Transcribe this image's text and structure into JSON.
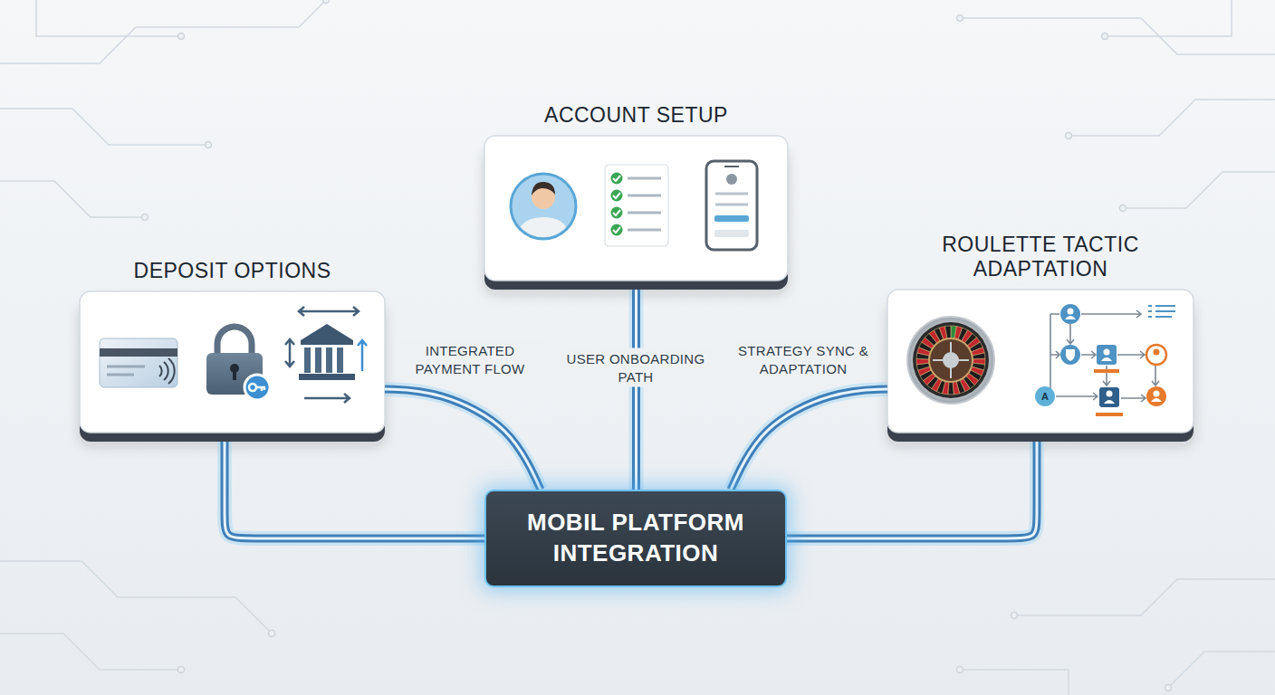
{
  "diagram": {
    "nodes": [
      {
        "text": [
          "ACCOUNT SETUP"
        ]
      },
      {
        "text": [
          "DEPOSIT OPTIONS"
        ]
      },
      {
        "text": [
          "ROULETTE TACTIC ADAPTATION"
        ]
      },
      {
        "text": [
          "MOBIL PLATFORM INTEGRATION"
        ]
      }
    ],
    "edges": [
      {
        "from": 1,
        "to": 3,
        "arrow": "none",
        "label": "INTEGRATED PAYMENT FLOW"
      },
      {
        "from": 0,
        "to": 3,
        "arrow": "none",
        "label": "USER ONBOARDING PATH"
      },
      {
        "from": 2,
        "to": 3,
        "arrow": "none",
        "label": "STRATEGY SYNC & ADAPTATION"
      },
      {
        "from": 1,
        "to": 3,
        "arrow": "none"
      },
      {
        "from": 2,
        "to": 3,
        "arrow": "none"
      }
    ],
    "labels": [
      "A"
    ]
  }
}
